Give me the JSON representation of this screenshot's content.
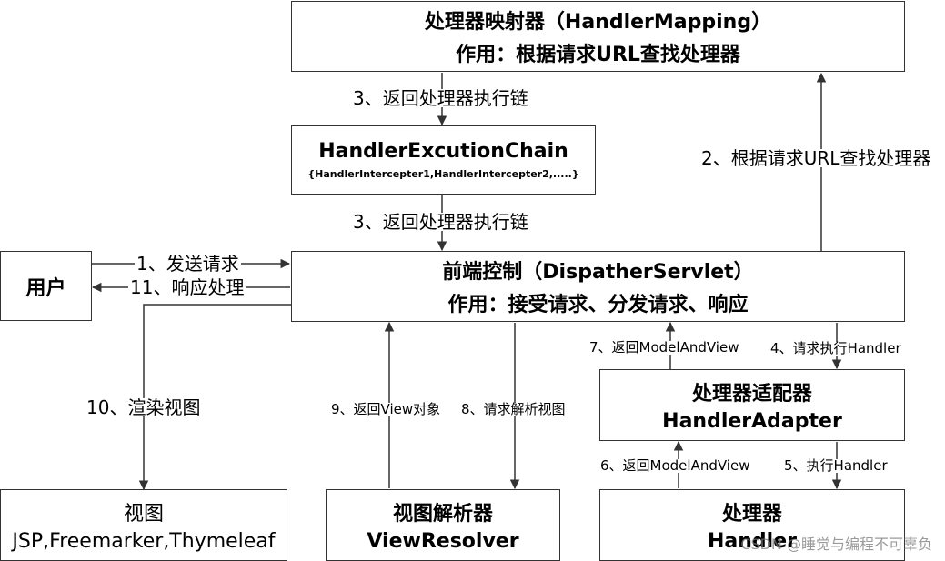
{
  "handler_mapping": {
    "line1": "处理器映射器（HandlerMapping）",
    "line2": "作用：根据请求URL查找处理器"
  },
  "execution_chain": {
    "title": "HandlerExcutionChain",
    "subtitle": "{HandlerIntercepter1,HandlerIntercepter2,.....}"
  },
  "user_box": {
    "label": "用户"
  },
  "dispatcher": {
    "line1": "前端控制（DispatherServlet）",
    "line2": "作用：接受请求、分发请求、响应"
  },
  "adapter": {
    "line1": "处理器适配器",
    "line2": "HandlerAdapter"
  },
  "view_box": {
    "line1": "视图",
    "line2": "JSP,Freemarker,Thymeleaf"
  },
  "view_resolver": {
    "line1": "视图解析器",
    "line2": "ViewResolver"
  },
  "handler_box": {
    "line1": "处理器",
    "line2": "Handler"
  },
  "labels": {
    "step1": "1、发送请求",
    "step11": "11、响应处理",
    "step2": "2、根据请求URL查找处理器",
    "step3a": "3、返回处理器执行链",
    "step3b": "3、返回处理器执行链",
    "step4": "4、请求执行Handler",
    "step5": "5、执行Handler",
    "step6": "6、返回ModelAndView",
    "step7": "7、返回ModelAndView",
    "step8": "8、请求解析视图",
    "step9": "9、返回View对象",
    "step10": "10、渲染视图"
  },
  "watermark": "CSDN @睡觉与编程不可辜负",
  "colors": {
    "border": "#333333",
    "arrow": "#333333",
    "watermark": "#8c8c8c"
  }
}
